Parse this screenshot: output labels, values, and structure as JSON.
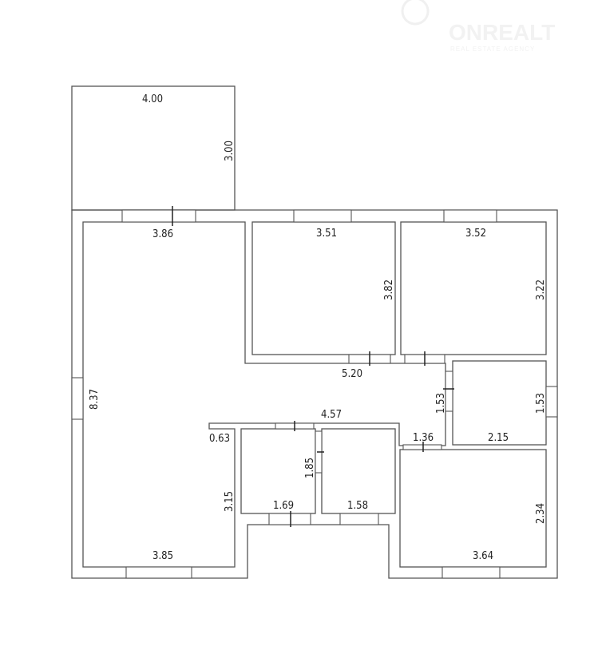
{
  "logo": {
    "name": "ONREALT",
    "tagline": "REAL ESTATE AGENCY"
  },
  "dimensions": {
    "terrace_width": "4.00",
    "terrace_depth": "3.00",
    "living_top": "3.86",
    "living_height": "8.37",
    "living_bottom": "3.85",
    "living_side": "3.15",
    "notch": "0.63",
    "bedroom1_width": "3.51",
    "bedroom1_depth": "3.82",
    "bedroom2_width": "3.52",
    "bedroom2_depth": "3.22",
    "corridor_length": "5.20",
    "corridor_width": "1.53",
    "hall_length": "4.57",
    "small_room_height": "1.53",
    "small_room_width": "2.15",
    "bath_height": "1.85",
    "bath1_width": "1.69",
    "bath2_width": "1.58",
    "passage": "1.36",
    "room_br_width": "3.64",
    "room_br_depth": "2.34"
  }
}
